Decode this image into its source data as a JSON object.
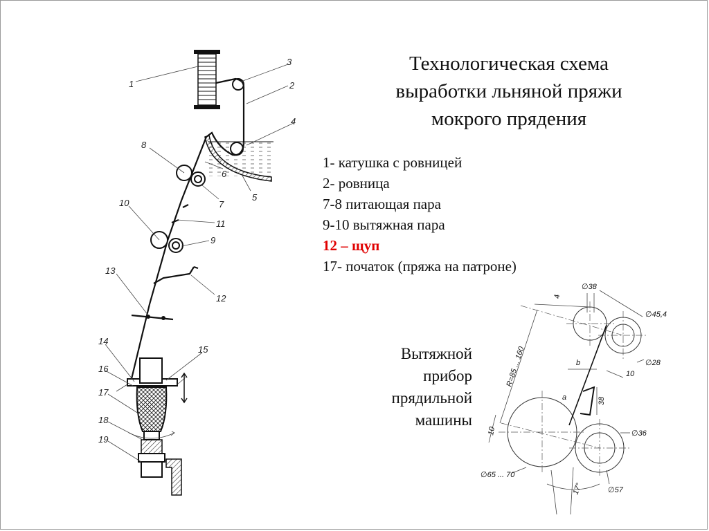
{
  "title": {
    "line1": "Технологическая схема",
    "line2": "выработки льняной пряжи",
    "line3": "мокрого прядения"
  },
  "legend": {
    "items": [
      {
        "text": "1- катушка с ровницей",
        "highlight": false
      },
      {
        "text": "2- ровница",
        "highlight": false
      },
      {
        "text": "7-8 питающая пара",
        "highlight": false
      },
      {
        "text": "9-10 вытяжная пара",
        "highlight": false
      },
      {
        "text": "12 – щуп",
        "highlight": true
      },
      {
        "text": "17- початок (пряжа на патроне)",
        "highlight": false
      }
    ]
  },
  "caption": {
    "line1": "Вытяжной",
    "line2": "прибор",
    "line3": "прядильной",
    "line4": "машины"
  },
  "scheme": {
    "part_numbers": [
      "1",
      "2",
      "3",
      "4",
      "5",
      "6",
      "7",
      "8",
      "9",
      "10",
      "11",
      "12",
      "13",
      "14",
      "15",
      "16",
      "17",
      "18",
      "19"
    ]
  },
  "drafting": {
    "dims": {
      "d_top": "∅38",
      "d_top_right": "∅45,4",
      "d_small_right": "∅28",
      "d_mid_right": "∅36",
      "d_big": "∅65 ... 70",
      "d_bottom_right": "∅57",
      "gap": "4",
      "radius_range": "R=85 ... 160",
      "offset_right": "10",
      "offset_left": "10",
      "spacing": "38",
      "label_a": "a",
      "label_b": "b",
      "angle": "17°"
    }
  },
  "colors": {
    "highlight": "#e00000",
    "ink": "#111111"
  }
}
